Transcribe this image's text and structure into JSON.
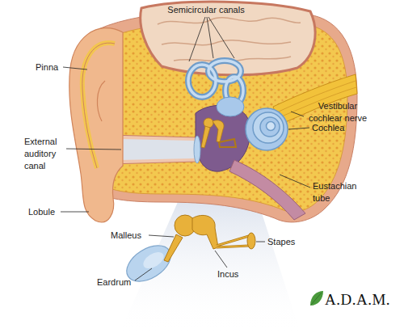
{
  "diagram": {
    "labels": [
      "Semicircular canals",
      "Pinna",
      "Vestibular cochlear nerve",
      "Cochlea",
      "External auditory canal",
      "Eustachian tube",
      "Lobule",
      "Malleus",
      "Stapes",
      "Incus",
      "Eardrum",
      "A.D.A.M."
    ]
  }
}
